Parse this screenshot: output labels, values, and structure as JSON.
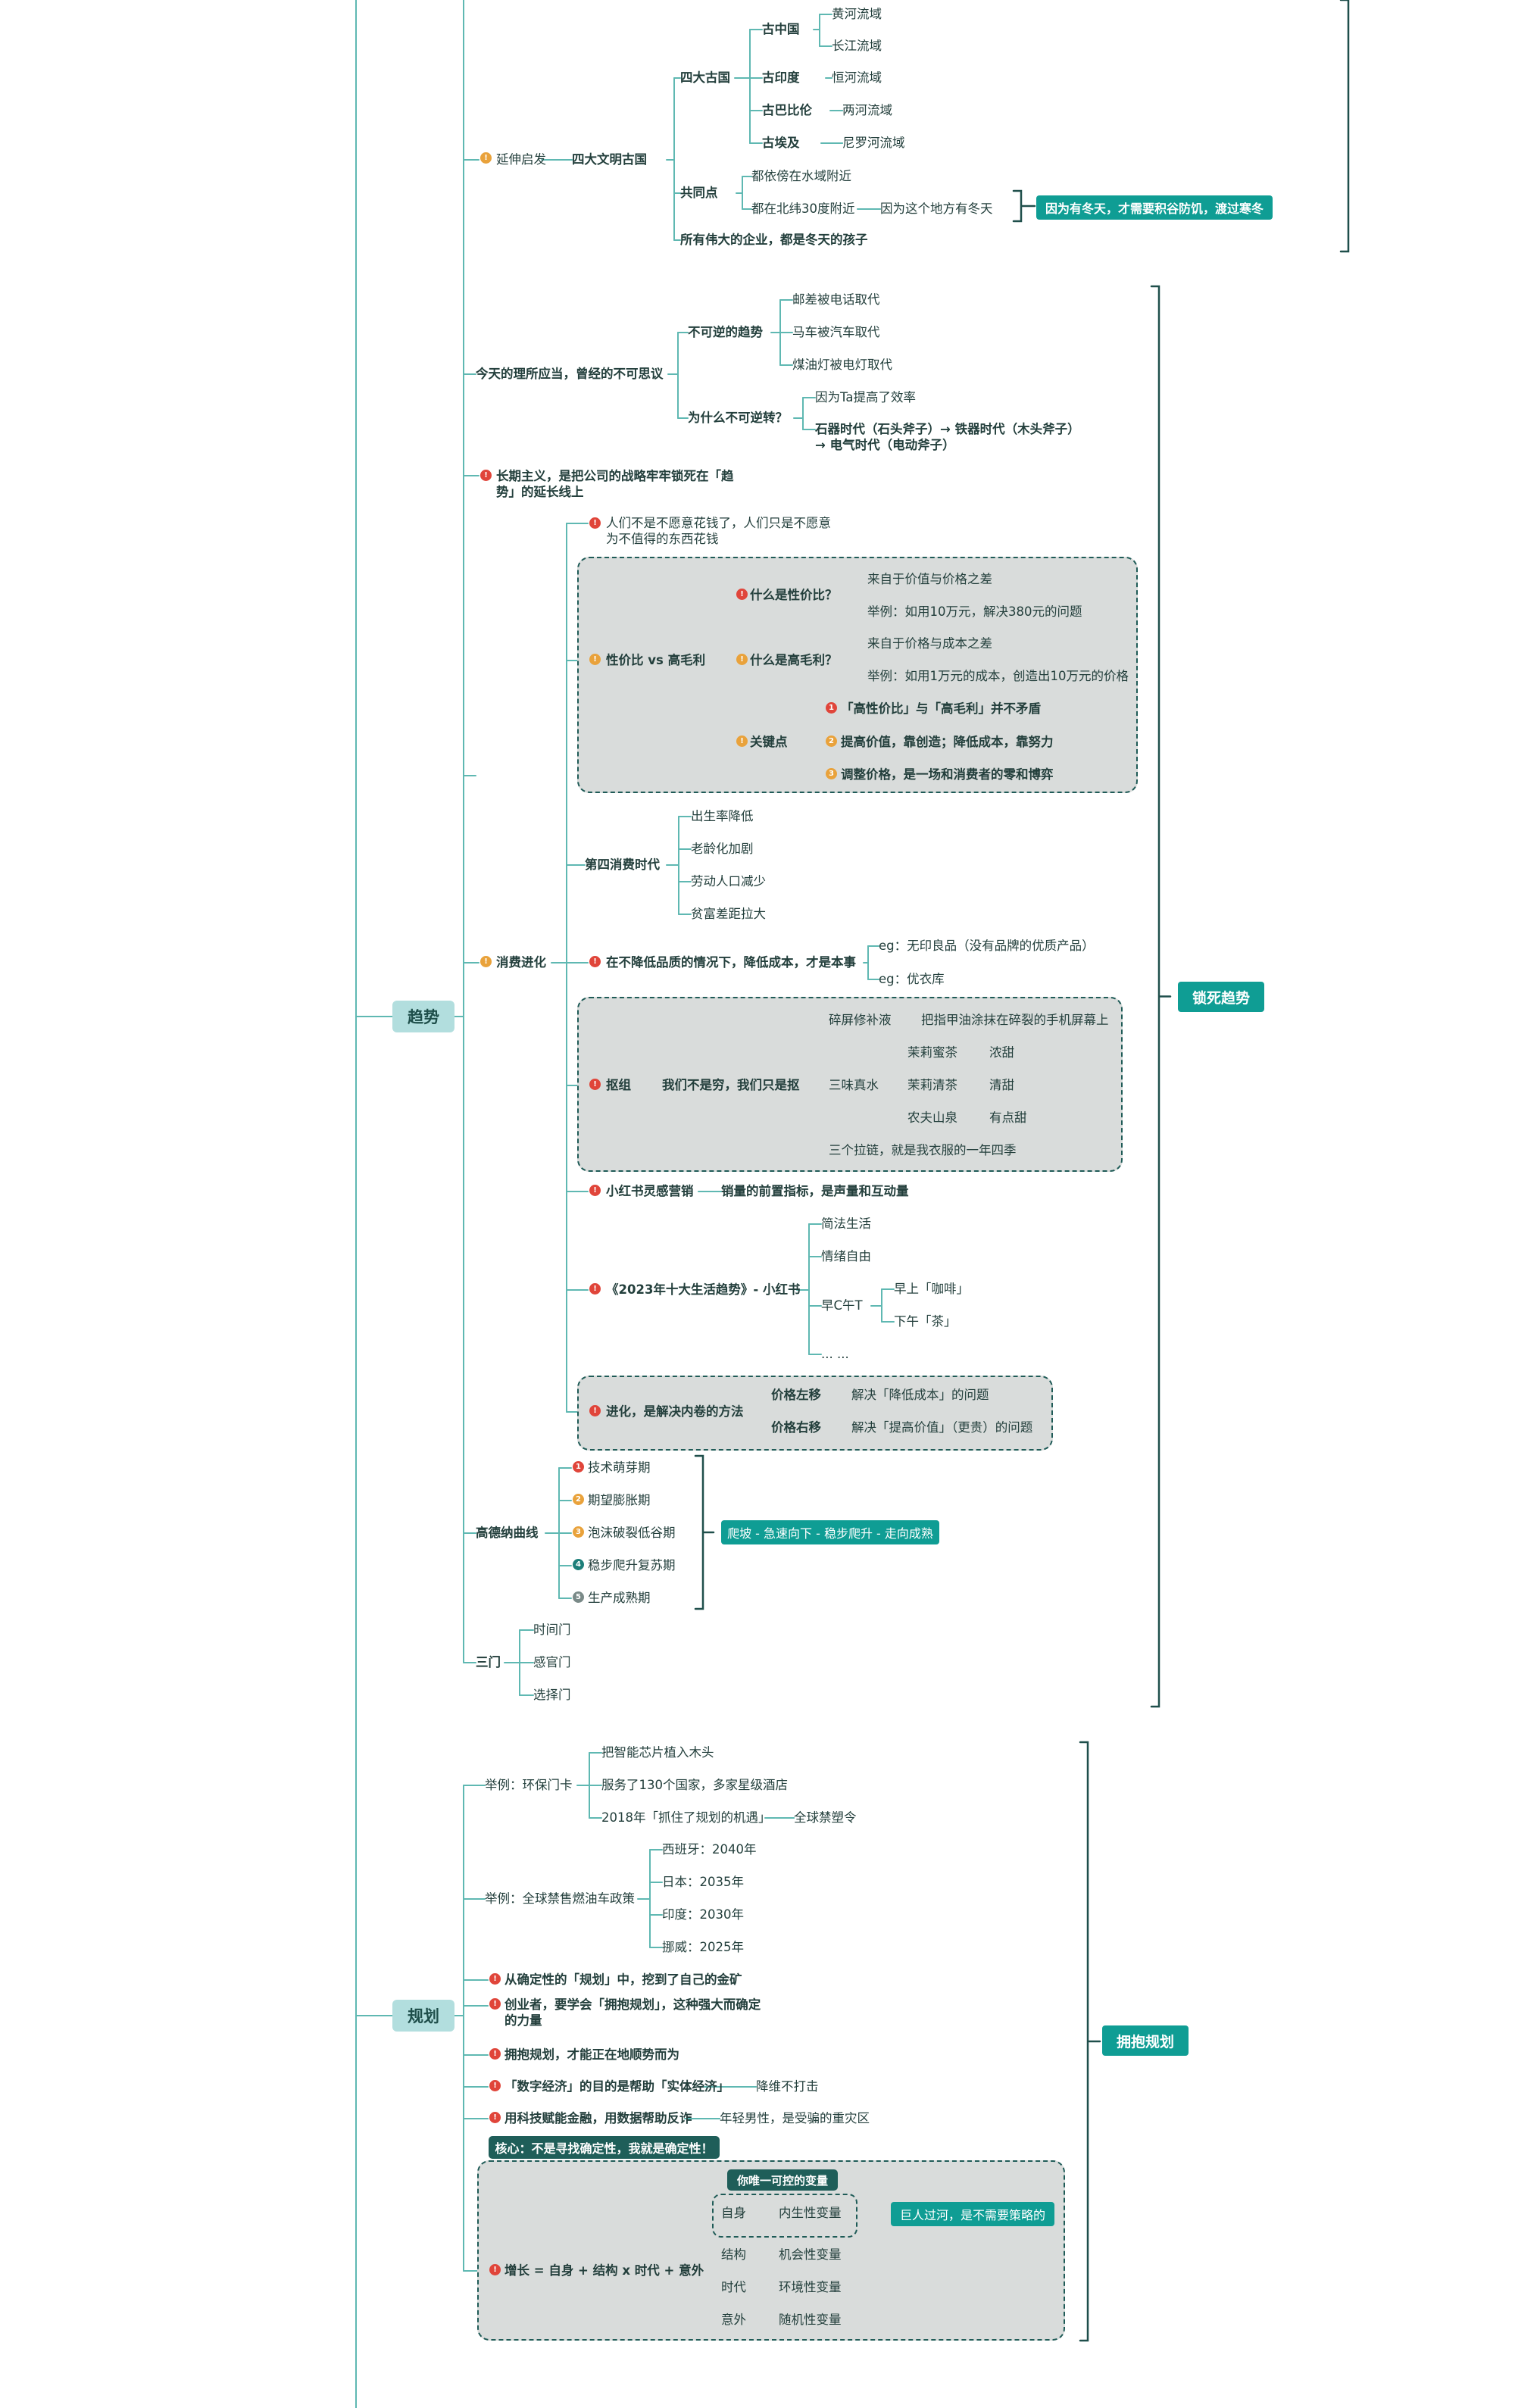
{
  "colors": {
    "teal_line": "#5fb8b2",
    "node_bg": "#b2dede",
    "accent": "#0f9d94",
    "dark": "#1f5e59",
    "bracket": "#1f4f4b",
    "box_bg": "#d9dcdb",
    "red": "#e0453a",
    "orange": "#e9a23b",
    "teal_dark": "#1d7f7a",
    "gray": "#7a8a88"
  },
  "icons": {
    "bulb": "lightbulb-icon",
    "fire": "fire-icon",
    "star": "star-icon",
    "num": "number-badge-icon"
  },
  "labels": {
    "n0": "黄河流域",
    "n1": "长江流域",
    "n2": "古中国",
    "n3": "古印度",
    "n4": "恒河流域",
    "n5": "四大古国",
    "n6": "古巴比伦",
    "n7": "两河流域",
    "n8": "古埃及",
    "n9": "尼罗河流域",
    "n10": "延伸启发",
    "n11": "四大文明古国",
    "n12": "共同点",
    "n13": "都依傍在水域附近",
    "n14": "都在北纬30度附近",
    "n15": "因为这个地方有冬天",
    "n16": "所有伟大的企业，都是冬天的孩子",
    "n17": "邮差被电话取代",
    "n18": "不可逆的趋势",
    "n19": "马车被汽车取代",
    "n20": "煤油灯被电灯取代",
    "n21": "今天的理所应当，曾经的不可思议",
    "n22": "为什么不可逆转？",
    "n23": "因为Ta提高了效率",
    "n24": "石器时代（石头斧子）→ 铁器时代（木头斧子）→ 电气时代（电动斧子）",
    "n25": "长期主义，是把公司的战略牢牢锁死在「趋势」的延长线上",
    "n26": "人们不是不愿意花钱了，人们只是不愿意为不值得的东西花钱",
    "n27": "什么是性价比？",
    "n28": "来自于价值与价格之差",
    "n29": "举例：如用10万元，解决380元的问题",
    "n30": "性价比 vs 高毛利",
    "n31": "什么是高毛利？",
    "n32": "来自于价格与成本之差",
    "n33": "举例：如用1万元的成本，创造出10万元的价格",
    "n34": "「高性价比」与「高毛利」并不矛盾",
    "n35": "关键点",
    "n36": "提高价值，靠创造；降低成本，靠努力",
    "n37": "调整价格，是一场和消费者的零和博弈",
    "n38": "出生率降低",
    "n39": "老龄化加剧",
    "n40": "第四消费时代",
    "n41": "劳动人口减少",
    "n42": "贫富差距拉大",
    "n43": "消费进化",
    "n44": "eg：无印良品（没有品牌的优质产品）",
    "n45": "在不降低品质的情况下，降低成本，才是本事",
    "n46": "eg：优衣库",
    "n47": "碎屏修补液",
    "n48": "把指甲油涂抹在碎裂的手机屏幕上",
    "n49": "茉莉蜜茶",
    "n50": "浓甜",
    "n51": "抠组",
    "n52": "我们不是穷，我们只是抠",
    "n53": "三味真水",
    "n54": "茉莉清茶",
    "n55": "清甜",
    "n56": "农夫山泉",
    "n57": "有点甜",
    "n58": "三个拉链，就是我衣服的一年四季",
    "n59": "小红书灵感营销",
    "n60": "销量的前置指标，是声量和互动量",
    "n61": "简法生活",
    "n62": "情绪自由",
    "n63": "早上「咖啡」",
    "n64": "《2023年十大生活趋势》- 小红书",
    "n65": "早C午T",
    "n66": "下午「茶」",
    "n67": "... ...",
    "n68": "价格左移",
    "n69": "解决「降低成本」的问题",
    "n70": "进化，是解决内卷的方法",
    "n71": "价格右移",
    "n72": "解决「提高价值」（更贵）的问题",
    "n73": "技术萌芽期",
    "n74": "期望膨胀期",
    "n75": "高德纳曲线",
    "n76": "泡沫破裂低谷期",
    "n77": "稳步爬升复苏期",
    "n78": "生产成熟期",
    "n79": "时间门",
    "n80": "三门",
    "n81": "感官门",
    "n82": "选择门",
    "n83": "把智能芯片植入木头",
    "n84": "举例：环保门卡",
    "n85": "服务了130个国家，多家星级酒店",
    "n86": "2018年「抓住了规划的机遇」",
    "n87": "全球禁塑令",
    "n88": "西班牙：2040年",
    "n89": "日本：2035年",
    "n90": "举例：全球禁售燃油车政策",
    "n91": "印度：2030年",
    "n92": "挪威：2025年",
    "n93": "从确定性的「规划」中，挖到了自己的金矿",
    "n94": "创业者，要学会「拥抱规划」，这种强大而确定的力量",
    "n95": "拥抱规划，才能正在地顺势而为",
    "n96": "「数字经济」的目的是帮助「实体经济」",
    "n97": "降维不打击",
    "n98": "用科技赋能金融，用数据帮助反诈",
    "n99": "年轻男性，是受骗的重灾区",
    "n100": "自身",
    "n101": "内生性变量",
    "n102": "结构",
    "n103": "机会性变量",
    "n104": "增长 = 自身 + 结构 x 时代 + 意外",
    "n105": "时代",
    "n106": "环境性变量",
    "n107": "意外",
    "n108": "随机性变量"
  },
  "big": {
    "trend": "趋势",
    "plan": "规划"
  },
  "summaries": {
    "winter": "因为有冬天，才需要积谷防饥，渡过寒冬",
    "gartner": "爬坡 - 急速向下 - 稳步爬升 - 走向成熟",
    "giant": "巨人过河，是不需要策略的",
    "lock_trend": "锁死趋势",
    "embrace_plan": "拥抱规划"
  },
  "dark": {
    "core": "核心：不是寻找确定性，我就是确定性！",
    "only_var": "你唯一可控的变量"
  },
  "nums": {
    "one": "1",
    "two": "2",
    "three": "3",
    "four": "4",
    "five": "5",
    "bang": "!"
  }
}
